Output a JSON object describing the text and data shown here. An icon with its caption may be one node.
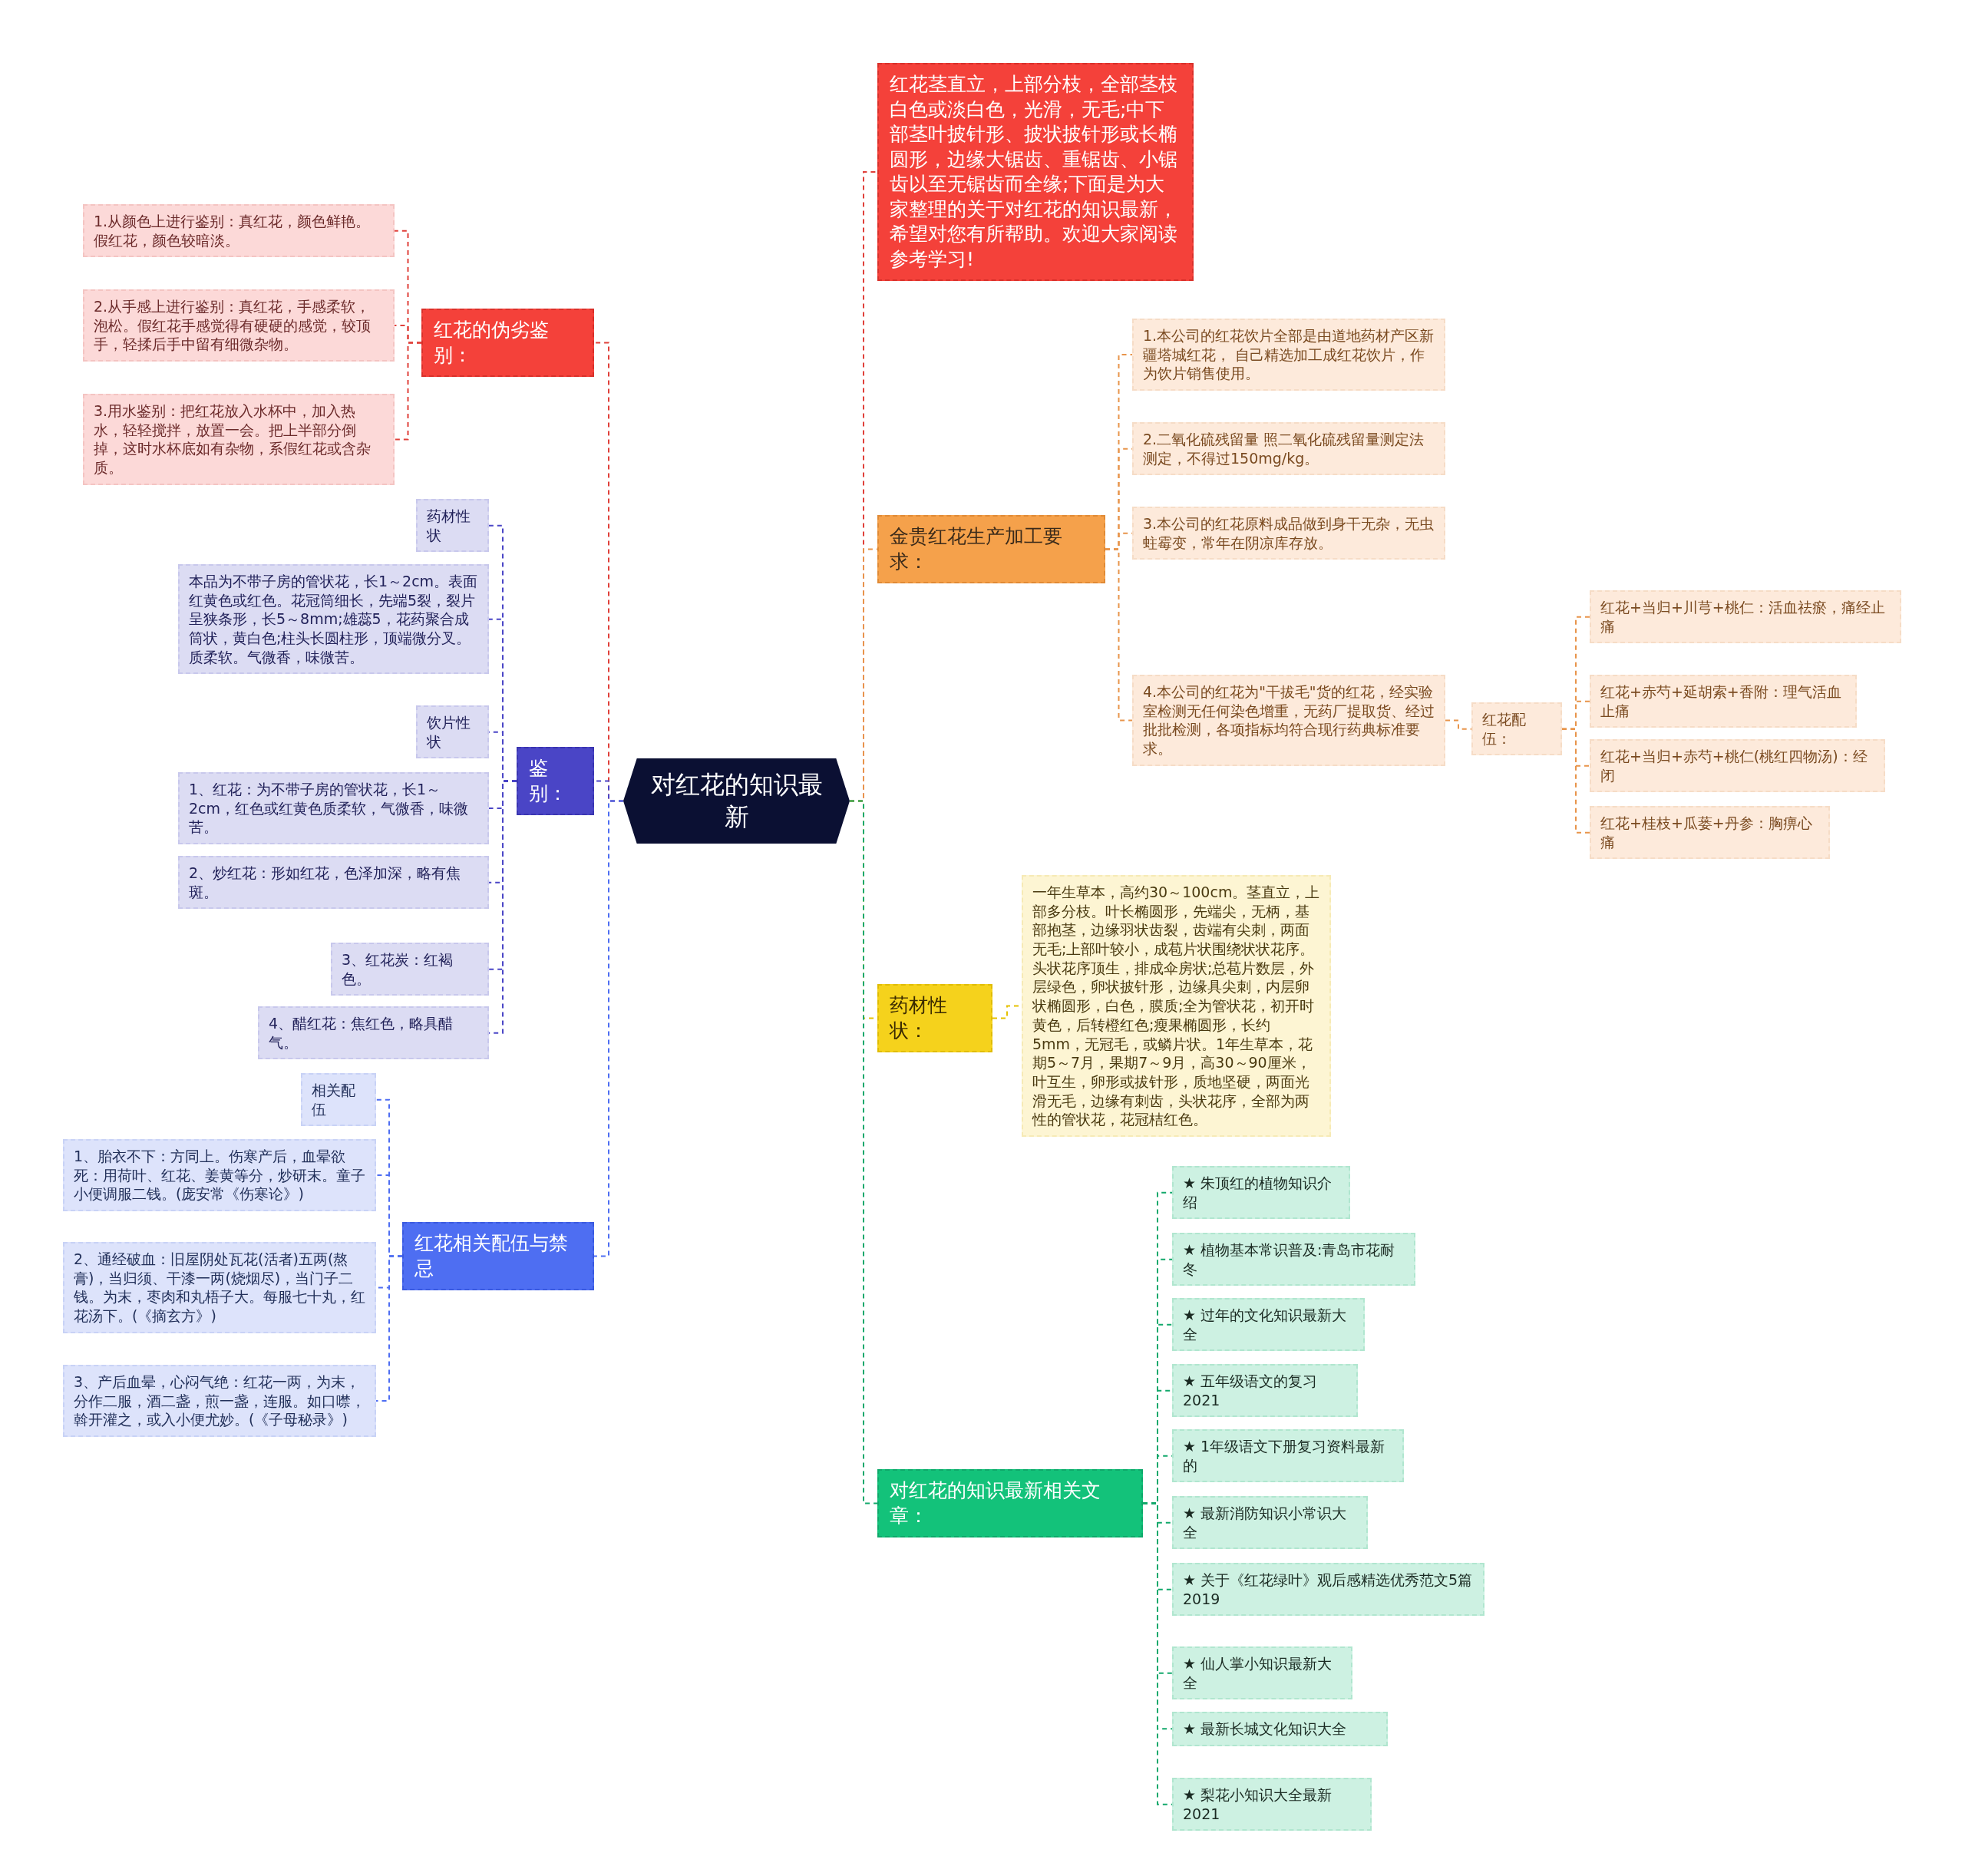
{
  "diagram": {
    "nodes": [
      {
        "text": [
          "对红花的知识最新"
        ]
      },
      {
        "text": [
          "红花茎直立，上部分枝，全部茎枝白色或淡白色，光滑，无毛;中下部茎叶披针形、披状披针形或长椭圆形，边缘大锯齿、重锯齿、小锯齿以至无锯齿而全缘;下面是为大家整理的关于对红花的知识最新，希望对您有所帮助。欢迎大家阅读参考学习!"
        ]
      },
      {
        "text": [
          "金贵红花生产加工要求："
        ]
      },
      {
        "text": [
          "1.本公司的红花饮片全部是由道地药材产区新疆塔城红花， 自己精选加工成红花饮片，作为饮片销售使用。"
        ]
      },
      {
        "text": [
          "2.二氧化硫残留量 照二氧化硫残留量测定法测定，不得过150mg/kg。"
        ]
      },
      {
        "text": [
          "3.本公司的红花原料成品做到身干无杂，无虫蛀霉变，常年在阴凉库存放。"
        ]
      },
      {
        "text": [
          "4.本公司的红花为\"干拔毛\"货的红花，经实验室检测无任何染色增重，无药厂提取货、经过批批检测，各项指标均符合现行药典标准要求。"
        ]
      },
      {
        "text": [
          "红花配伍："
        ]
      },
      {
        "text": [
          "红花+当归+川芎+桃仁：活血祛瘀，痛经止痛"
        ]
      },
      {
        "text": [
          "红花+赤芍+延胡索+香附：理气活血止痛"
        ]
      },
      {
        "text": [
          "红花+当归+赤芍+桃仁(桃红四物汤)：经闭"
        ]
      },
      {
        "text": [
          "红花+桂枝+瓜蒌+丹参：胸痹心痛"
        ]
      },
      {
        "text": [
          "药材性状："
        ]
      },
      {
        "text": [
          "一年生草本，高约30～100cm。茎直立，上部多分枝。叶长椭圆形，先端尖，无柄，基部抱茎，边缘羽状齿裂，齿端有尖刺，两面无毛;上部叶较小，成苞片状围绕状状花序。头状花序顶生，排成伞房状;总苞片数层，外层绿色，卵状披针形，边缘具尖刺，内层卵状椭圆形，白色，膜质;全为管状花，初开时黄色，后转橙红色;瘦果椭圆形，长约5mm，无冠毛，或鳞片状。1年生草本，花期5～7月，果期7～9月，高30～90厘米，叶互生，卵形或拔针形，质地坚硬，两面光滑无毛，边缘有刺齿，头状花序，全部为两性的管状花，花冠桔红色。"
        ]
      },
      {
        "text": [
          "对红花的知识最新相关文章："
        ]
      },
      {
        "text": [
          "★ 朱顶红的植物知识介绍"
        ]
      },
      {
        "text": [
          "★ 植物基本常识普及:青岛市花耐冬"
        ]
      },
      {
        "text": [
          "★ 过年的文化知识最新大全"
        ]
      },
      {
        "text": [
          "★ 五年级语文的复习2021"
        ]
      },
      {
        "text": [
          "★ 1年级语文下册复习资料最新的"
        ]
      },
      {
        "text": [
          "★ 最新消防知识小常识大全"
        ]
      },
      {
        "text": [
          "★ 关于《红花绿叶》观后感精选优秀范文5篇2019"
        ]
      },
      {
        "text": [
          "★ 仙人掌小知识最新大全"
        ]
      },
      {
        "text": [
          "★ 最新长城文化知识大全"
        ]
      },
      {
        "text": [
          "★ 梨花小知识大全最新2021"
        ]
      },
      {
        "text": [
          "红花的伪劣鉴别："
        ]
      },
      {
        "text": [
          "1.从颜色上进行鉴别：真红花，颜色鲜艳。假红花，颜色较暗淡。"
        ]
      },
      {
        "text": [
          "2.从手感上进行鉴别：真红花，手感柔软，泡松。假红花手感觉得有硬硬的感觉，较顶手，轻揉后手中留有细微杂物。"
        ]
      },
      {
        "text": [
          "3.用水鉴别：把红花放入水杯中，加入热水，轻轻搅拌，放置一会。把上半部分倒掉，这时水杯底如有杂物，系假红花或含杂质。"
        ]
      },
      {
        "text": [
          "鉴别："
        ]
      },
      {
        "text": [
          "药材性状"
        ]
      },
      {
        "text": [
          "本品为不带子房的管状花，长1～2cm。表面红黄色或红色。花冠筒细长，先端5裂，裂片呈狭条形，长5～8mm;雄蕊5，花药聚合成筒状，黄白色;柱头长圆柱形，顶端微分叉。质柔软。气微香，味微苦。"
        ]
      },
      {
        "text": [
          "饮片性状"
        ]
      },
      {
        "text": [
          "1、红花：为不带子房的管状花，长1～2cm，红色或红黄色质柔软，气微香，味微苦。"
        ]
      },
      {
        "text": [
          "2、炒红花：形如红花，色泽加深，略有焦斑。"
        ]
      },
      {
        "text": [
          "3、红花炭：红褐色。"
        ]
      },
      {
        "text": [
          "4、醋红花：焦红色，略具醋气。"
        ]
      },
      {
        "text": [
          "红花相关配伍与禁忌"
        ]
      },
      {
        "text": [
          "相关配伍"
        ]
      },
      {
        "text": [
          "1、胎衣不下：方同上。伤寒产后，血晕欲死：用荷叶、红花、姜黄等分，炒研末。童子小便调服二钱。(庞安常《伤寒论》)"
        ]
      },
      {
        "text": [
          "2、通经破血：旧屋阴处瓦花(活者)五两(熬膏)，当归须、干漆一两(烧烟尽)，当门子二钱。为末，枣肉和丸梧子大。每服七十丸，红花汤下。(《摘玄方》)"
        ]
      },
      {
        "text": [
          "3、产后血晕，心闷气绝：红花一两，为末，分作二服，酒二盏，煎一盏，连服。如口噤，斡开灌之，或入小便尤妙。(《子母秘录》)"
        ]
      }
    ],
    "edges": [
      {
        "from": 0,
        "to": 1,
        "arrow": "none",
        "color": "#e0403a"
      },
      {
        "from": 0,
        "to": 2,
        "arrow": "none",
        "color": "#e8944a"
      },
      {
        "from": 2,
        "to": 3,
        "arrow": "none",
        "color": "#e8944a"
      },
      {
        "from": 2,
        "to": 4,
        "arrow": "none",
        "color": "#e8944a"
      },
      {
        "from": 2,
        "to": 5,
        "arrow": "none",
        "color": "#e8944a"
      },
      {
        "from": 2,
        "to": 6,
        "arrow": "none",
        "color": "#e8944a"
      },
      {
        "from": 6,
        "to": 7,
        "arrow": "none",
        "color": "#e8944a"
      },
      {
        "from": 7,
        "to": 8,
        "arrow": "none",
        "color": "#e8944a"
      },
      {
        "from": 7,
        "to": 9,
        "arrow": "none",
        "color": "#e8944a"
      },
      {
        "from": 7,
        "to": 10,
        "arrow": "none",
        "color": "#e8944a"
      },
      {
        "from": 7,
        "to": 11,
        "arrow": "none",
        "color": "#e8944a"
      },
      {
        "from": 0,
        "to": 12,
        "arrow": "none",
        "color": "#e5c100"
      },
      {
        "from": 12,
        "to": 13,
        "arrow": "none",
        "color": "#e5c100"
      },
      {
        "from": 0,
        "to": 14,
        "arrow": "none",
        "color": "#12a86b"
      },
      {
        "from": 14,
        "to": 15,
        "arrow": "none",
        "color": "#12a86b"
      },
      {
        "from": 14,
        "to": 16,
        "arrow": "none",
        "color": "#12a86b"
      },
      {
        "from": 14,
        "to": 17,
        "arrow": "none",
        "color": "#12a86b"
      },
      {
        "from": 14,
        "to": 18,
        "arrow": "none",
        "color": "#12a86b"
      },
      {
        "from": 14,
        "to": 19,
        "arrow": "none",
        "color": "#12a86b"
      },
      {
        "from": 14,
        "to": 20,
        "arrow": "none",
        "color": "#12a86b"
      },
      {
        "from": 14,
        "to": 21,
        "arrow": "none",
        "color": "#12a86b"
      },
      {
        "from": 14,
        "to": 22,
        "arrow": "none",
        "color": "#12a86b"
      },
      {
        "from": 14,
        "to": 23,
        "arrow": "none",
        "color": "#12a86b"
      },
      {
        "from": 14,
        "to": 24,
        "arrow": "none",
        "color": "#12a86b"
      },
      {
        "from": 0,
        "to": 25,
        "arrow": "none",
        "color": "#e0403a"
      },
      {
        "from": 25,
        "to": 26,
        "arrow": "none",
        "color": "#e0403a"
      },
      {
        "from": 25,
        "to": 27,
        "arrow": "none",
        "color": "#e0403a"
      },
      {
        "from": 25,
        "to": 28,
        "arrow": "none",
        "color": "#e0403a"
      },
      {
        "from": 0,
        "to": 29,
        "arrow": "none",
        "color": "#4a45c6"
      },
      {
        "from": 29,
        "to": 30,
        "arrow": "none",
        "color": "#4a45c6"
      },
      {
        "from": 29,
        "to": 31,
        "arrow": "none",
        "color": "#4a45c6"
      },
      {
        "from": 29,
        "to": 32,
        "arrow": "none",
        "color": "#4a45c6"
      },
      {
        "from": 29,
        "to": 33,
        "arrow": "none",
        "color": "#4a45c6"
      },
      {
        "from": 29,
        "to": 34,
        "arrow": "none",
        "color": "#4a45c6"
      },
      {
        "from": 29,
        "to": 35,
        "arrow": "none",
        "color": "#4a45c6"
      },
      {
        "from": 29,
        "to": 36,
        "arrow": "none",
        "color": "#4a45c6"
      },
      {
        "from": 0,
        "to": 37,
        "arrow": "none",
        "color": "#4e6ef2"
      },
      {
        "from": 37,
        "to": 38,
        "arrow": "none",
        "color": "#4e6ef2"
      },
      {
        "from": 37,
        "to": 39,
        "arrow": "none",
        "color": "#4e6ef2"
      },
      {
        "from": 37,
        "to": 40,
        "arrow": "none",
        "color": "#4e6ef2"
      },
      {
        "from": 37,
        "to": 41,
        "arrow": "none",
        "color": "#4e6ef2"
      }
    ]
  }
}
